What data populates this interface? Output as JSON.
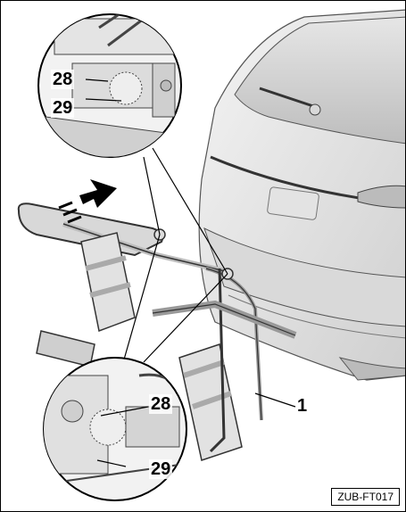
{
  "figure": {
    "reference_code": "ZUB-FT017",
    "callouts": {
      "top_detail_upper": "28",
      "top_detail_lower": "29",
      "bottom_detail_upper": "28",
      "bottom_detail_lower": "29",
      "bike_carrier": "1"
    }
  }
}
